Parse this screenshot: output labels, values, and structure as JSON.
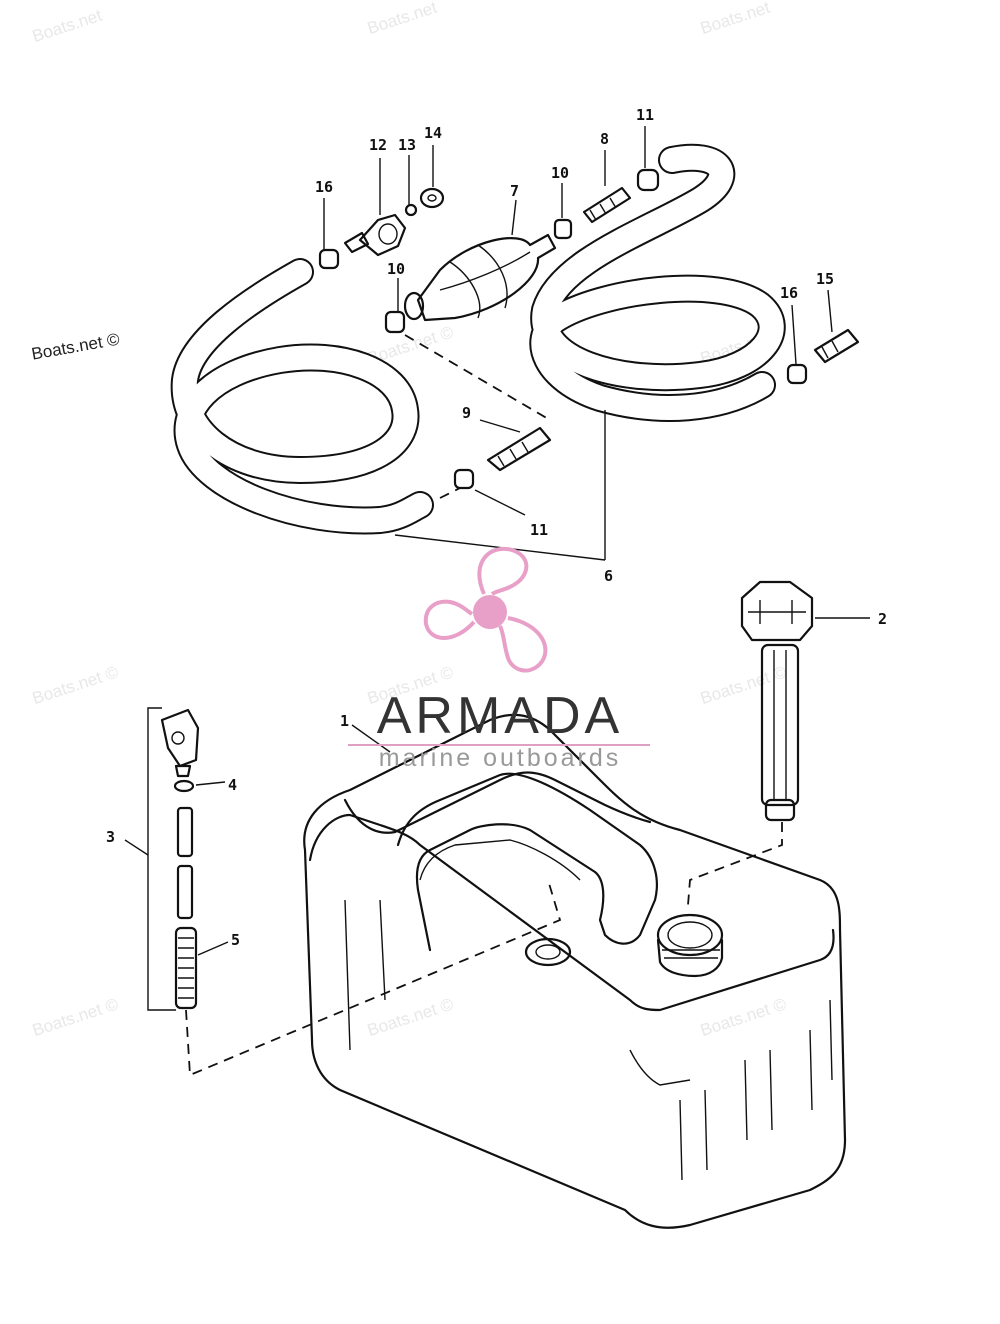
{
  "watermarks": {
    "site": "Boats.net ©",
    "site_partial": "Boats.net"
  },
  "logo": {
    "name": "ARMADA",
    "tagline": "marine outboards",
    "accent_color": "#e8a0c8"
  },
  "callouts": {
    "c1": "1",
    "c2": "2",
    "c3": "3",
    "c4": "4",
    "c5": "5",
    "c6": "6",
    "c7": "7",
    "c8": "8",
    "c9": "9",
    "c10a": "10",
    "c10b": "10",
    "c11a": "11",
    "c11b": "11",
    "c12": "12",
    "c13": "13",
    "c14": "14",
    "c15": "15",
    "c16a": "16",
    "c16b": "16"
  }
}
